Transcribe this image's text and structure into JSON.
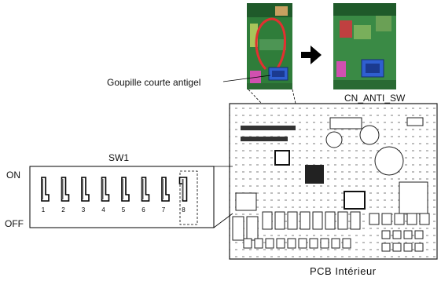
{
  "labels": {
    "pin_caption": "Goupille courte antigel",
    "connector_caption": "CN_ANTI_SW",
    "switch_title": "SW1",
    "on": "ON",
    "off": "OFF",
    "pcb_caption": "PCB Intérieur"
  },
  "switch": {
    "positions": [
      "1",
      "2",
      "3",
      "4",
      "5",
      "6",
      "7",
      "8"
    ],
    "states": [
      "OFF",
      "OFF",
      "OFF",
      "OFF",
      "OFF",
      "OFF",
      "OFF",
      "ON"
    ],
    "highlighted": "8"
  },
  "arrow": {
    "direction": "right",
    "icon": "arrow-right-icon"
  },
  "colors": {
    "pcb_fill": "#ffffff",
    "pcb_outline": "#222222",
    "photo_green": "#3f8a4a",
    "jumper_red": "#e23030",
    "connector_blue": "#2f5fd0",
    "connector_pink": "#d050b0"
  }
}
